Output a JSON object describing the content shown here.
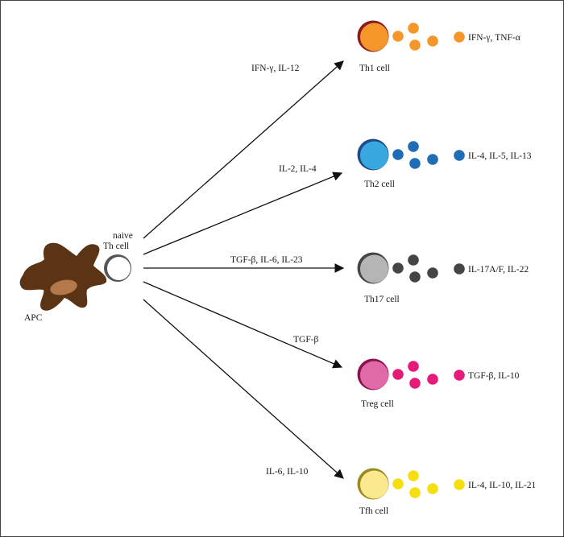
{
  "apc": {
    "label": "APC",
    "body_color": "#5a3414",
    "nucleus_color": "#b4784a"
  },
  "naive": {
    "line1": "naive",
    "line2": "Th cell"
  },
  "arrow_color": "#111111",
  "lineages": [
    {
      "id": "th1",
      "signal": "IFN-γ, IL-12",
      "cell": "Th1 cell",
      "output": "IFN-γ, TNF-α",
      "fill": "#f5962a",
      "rim": "#8a1c1c",
      "dot": "#f5962a"
    },
    {
      "id": "th2",
      "signal": "IL-2, IL-4",
      "cell": "Th2 cell",
      "output": "IL-4, IL-5, IL-13",
      "fill": "#3aa8e0",
      "rim": "#1f4a8a",
      "dot": "#1f6db5"
    },
    {
      "id": "th17",
      "signal": "TGF-β, IL-6, IL-23",
      "cell": "Th17 cell",
      "output": "IL-17A/F, IL-22",
      "fill": "#b5b5b5",
      "rim": "#454545",
      "dot": "#454545"
    },
    {
      "id": "treg",
      "signal": "TGF-β",
      "cell": "Treg cell",
      "output": "TGF-β, IL-10",
      "fill": "#e06aa8",
      "rim": "#8a1450",
      "dot": "#e61a78"
    },
    {
      "id": "tfh",
      "signal": "IL-6, IL-10",
      "cell": "Tfh cell",
      "output": "IL-4, IL-10, IL-21",
      "fill": "#fbe98f",
      "rim": "#9a8a20",
      "dot": "#f5df10"
    }
  ]
}
